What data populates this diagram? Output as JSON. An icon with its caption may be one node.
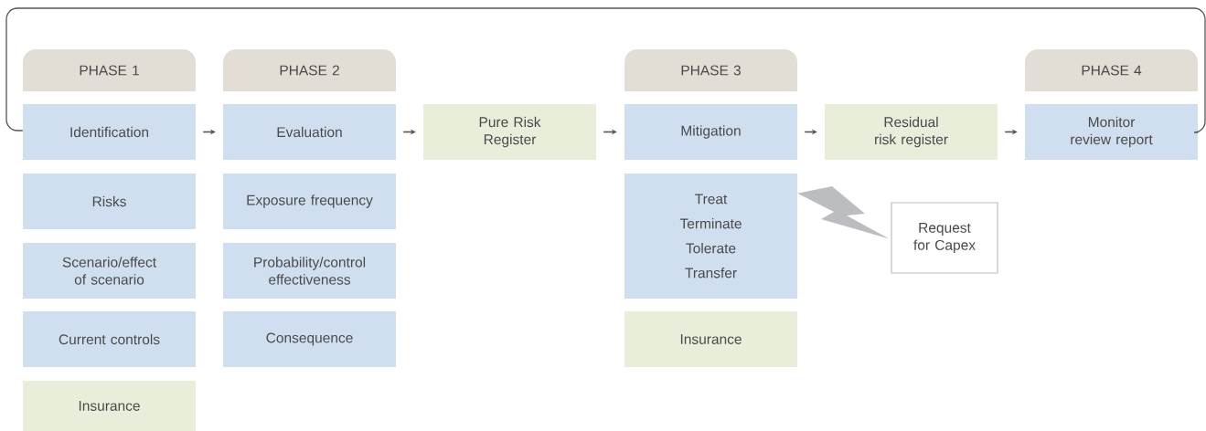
{
  "diagram": {
    "nodes": [
      {
        "text": [
          "PHASE 1"
        ]
      },
      {
        "text": [
          "PHASE 2"
        ]
      },
      {
        "text": [
          "PHASE 3"
        ]
      },
      {
        "text": [
          "PHASE 4"
        ]
      },
      {
        "text": [
          "Identification"
        ]
      },
      {
        "text": [
          "Evaluation"
        ]
      },
      {
        "text": [
          "Pure Risk Register"
        ]
      },
      {
        "text": [
          "Mitigation"
        ]
      },
      {
        "text": [
          "Residual risk register"
        ]
      },
      {
        "text": [
          "Monitor review report"
        ]
      },
      {
        "text": [
          "Risks"
        ]
      },
      {
        "text": [
          "Exposure frequency"
        ]
      },
      {
        "text": [
          "Treat",
          "Terminate",
          "Tolerate",
          "Transfer"
        ]
      },
      {
        "text": [
          "Request for Capex"
        ]
      },
      {
        "text": [
          "Scenario/effect of scenario"
        ]
      },
      {
        "text": [
          "Probability/control effectiveness"
        ]
      },
      {
        "text": [
          "Insurance"
        ]
      },
      {
        "text": [
          "Current controls"
        ]
      },
      {
        "text": [
          "Consequence"
        ]
      },
      {
        "text": [
          "Insurance"
        ]
      }
    ],
    "edges": [
      {
        "from": 4,
        "to": 5,
        "arrow": "to"
      },
      {
        "from": 5,
        "to": 6,
        "arrow": "to"
      },
      {
        "from": 6,
        "to": 7,
        "arrow": "to"
      },
      {
        "from": 7,
        "to": 8,
        "arrow": "to"
      },
      {
        "from": 8,
        "to": 9,
        "arrow": "to"
      },
      {
        "from": 13,
        "to": 12,
        "arrow": "to",
        "color": "#bcbdc1"
      },
      {
        "from": 9,
        "to": 4,
        "arrow": "none"
      }
    ]
  }
}
